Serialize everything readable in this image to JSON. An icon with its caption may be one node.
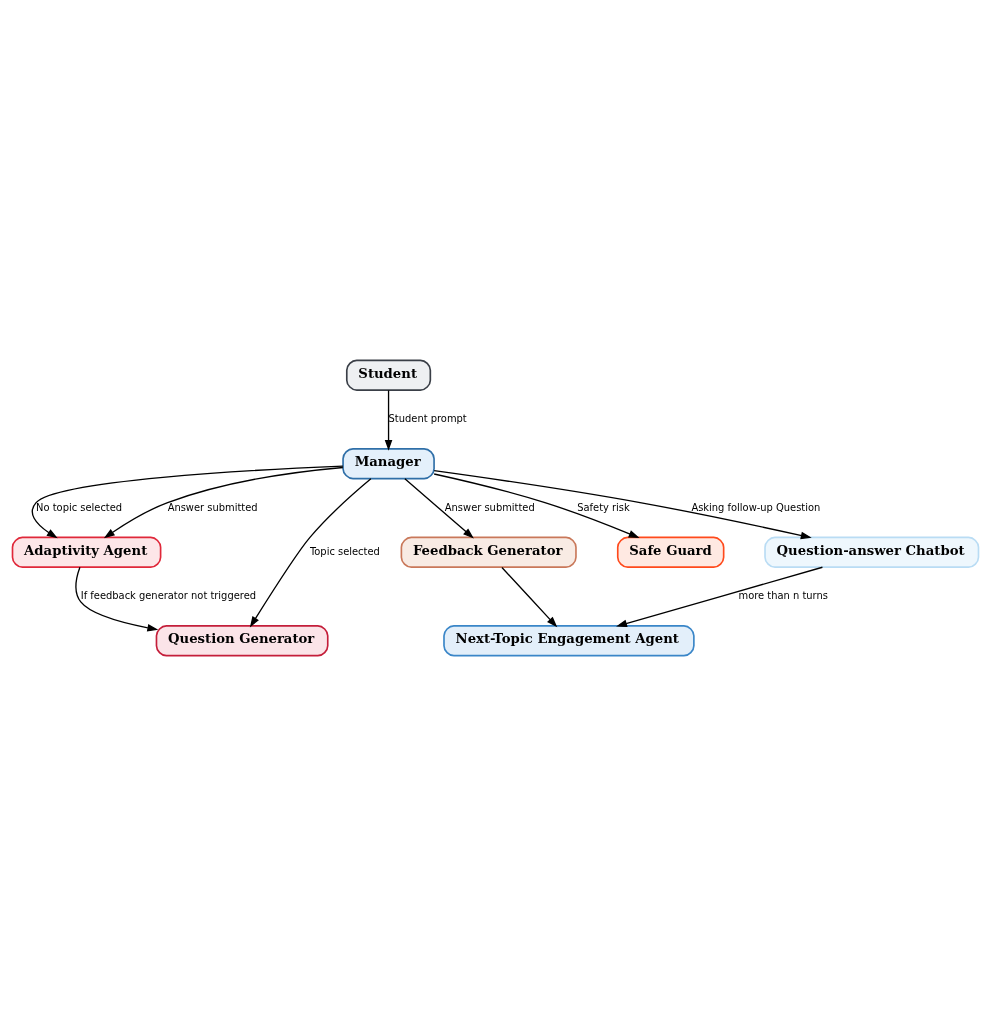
{
  "diagram": {
    "nodes": [
      {
        "text": [
          "Student"
        ]
      },
      {
        "text": [
          "Manager"
        ]
      },
      {
        "text": [
          "Adaptivity Agent"
        ]
      },
      {
        "text": [
          "Feedback Generator"
        ]
      },
      {
        "text": [
          "Question-answer Chatbot"
        ]
      },
      {
        "text": [
          "Safe Guard"
        ]
      },
      {
        "text": [
          "Question Generator"
        ]
      },
      {
        "text": [
          "Next-Topic Engagement Agent"
        ]
      }
    ],
    "edges": [
      {
        "from": 0,
        "to": 1,
        "arrow": "to",
        "label": "Student prompt"
      },
      {
        "from": 1,
        "to": 2,
        "arrow": "to",
        "label": "No topic selected"
      },
      {
        "from": 1,
        "to": 6,
        "arrow": "to",
        "label": "Topic selected"
      },
      {
        "from": 1,
        "to": 5,
        "arrow": "to",
        "label": "Safety risk"
      },
      {
        "from": 1,
        "to": 4,
        "arrow": "to",
        "label": "Asking follow-up Question"
      },
      {
        "from": 1,
        "to": 2,
        "arrow": "to",
        "label": "Answer submitted"
      },
      {
        "from": 1,
        "to": 3,
        "arrow": "to",
        "label": "Answer submitted"
      },
      {
        "from": 2,
        "to": 6,
        "arrow": "to",
        "label": "If feedback generator not triggered"
      },
      {
        "from": 3,
        "to": 7,
        "arrow": "to"
      },
      {
        "from": 4,
        "to": 7,
        "arrow": "to",
        "label": "more than n turns"
      }
    ]
  }
}
